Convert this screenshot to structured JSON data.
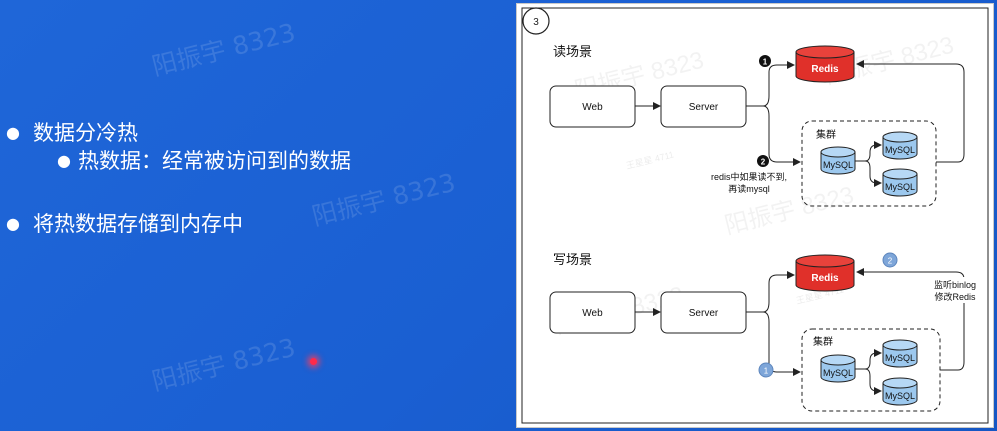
{
  "bullets": {
    "item1": "数据分冷热",
    "item1_sub": "热数据：经常被访问到的数据",
    "item2": "将热数据存储到内存中"
  },
  "watermarks": {
    "main": "阳振宇 8323",
    "small": "王星星 4711"
  },
  "diagram": {
    "step_badge": "3",
    "read": {
      "title": "读场景",
      "web": "Web",
      "server": "Server",
      "redis": "Redis",
      "cluster": "集群",
      "mysql_main": "MySQL",
      "mysql_a": "MySQL",
      "mysql_b": "MySQL",
      "step1": "1",
      "step2": "2",
      "note_line1": "redis中如果读不到,",
      "note_line2": "再读mysql"
    },
    "write": {
      "title": "写场景",
      "web": "Web",
      "server": "Server",
      "redis": "Redis",
      "cluster": "集群",
      "mysql_main": "MySQL",
      "mysql_a": "MySQL",
      "mysql_b": "MySQL",
      "step1": "1",
      "step2": "2",
      "note_line1": "监听binlog",
      "note_line2": "修改Redis"
    }
  },
  "colors": {
    "slide_bg": "#1a5fd2",
    "redis_fill": "#e0302a",
    "mysql_fill": "#9cc8ee",
    "badge_dark": "#111111",
    "badge_light": "#7ea6d9"
  }
}
